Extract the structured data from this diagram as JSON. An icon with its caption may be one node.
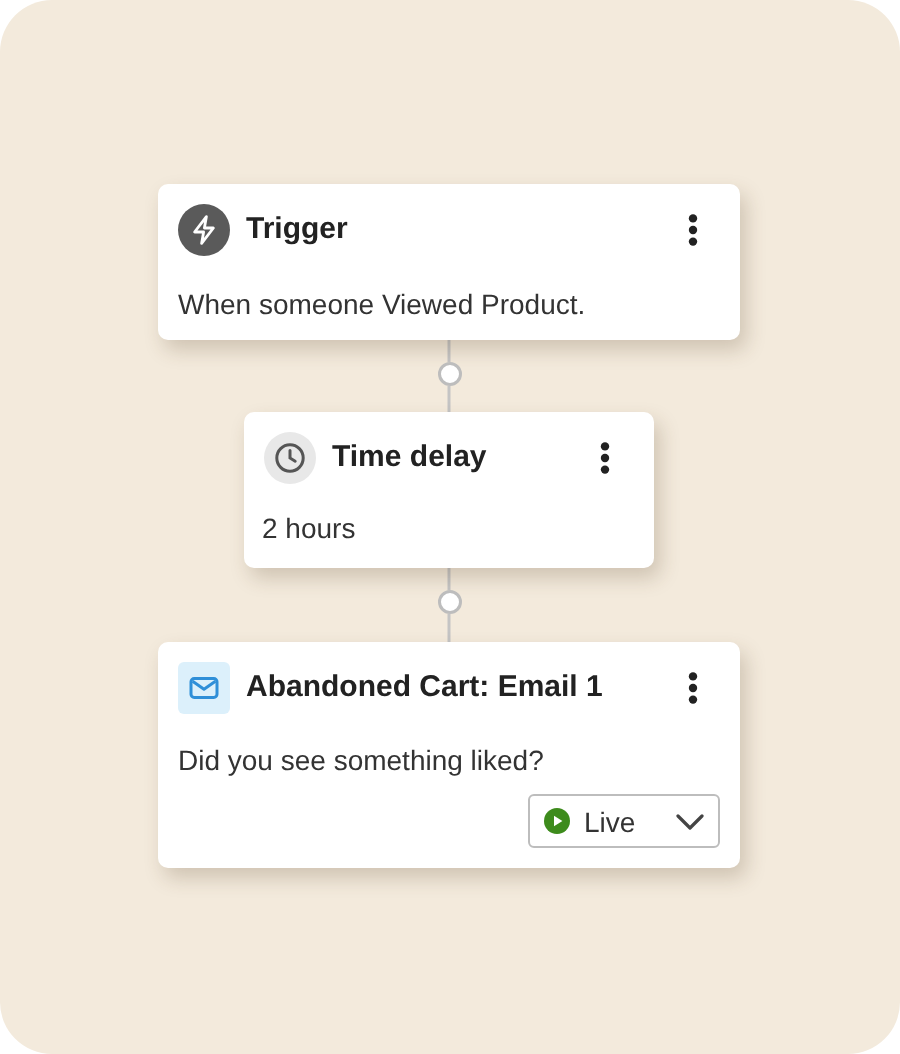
{
  "diagram": {
    "nodes": [
      {
        "text": [
          "Trigger",
          "When someone Viewed Product."
        ]
      },
      {
        "text": [],
        "shape": "circle"
      },
      {
        "text": [
          "Time delay",
          "2 hours"
        ]
      },
      {
        "text": [],
        "shape": "circle"
      },
      {
        "text": [
          "Abandoned Cart: Email 1",
          "Did you see something liked?"
        ]
      },
      {
        "text": [
          "Live"
        ],
        "in": 4
      }
    ],
    "edges": [
      {
        "from": 0,
        "to": 1,
        "arrow": "none"
      },
      {
        "from": 1,
        "to": 2,
        "arrow": "none"
      },
      {
        "from": 2,
        "to": 3,
        "arrow": "none"
      },
      {
        "from": 3,
        "to": 4,
        "arrow": "none"
      }
    ]
  }
}
